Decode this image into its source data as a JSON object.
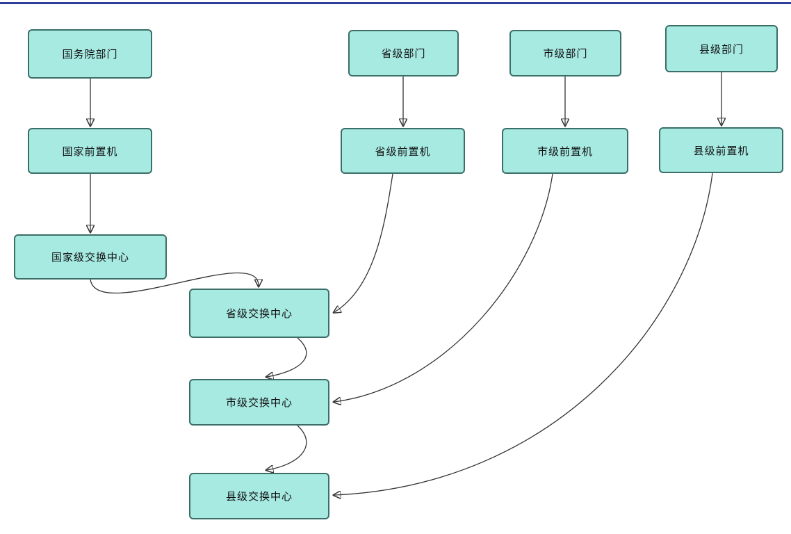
{
  "page": {
    "background_color": "#ffffff",
    "top_line_color": "#2d3f9a"
  },
  "diagram": {
    "node_fill_color": "#a7eae2",
    "node_border_color": "#3b6e68",
    "edge_color": "#333333",
    "nodes": [
      {
        "id": "state-council-dept",
        "label": "国务院部门"
      },
      {
        "id": "national-front-machine",
        "label": "国家前置机"
      },
      {
        "id": "national-exchange-center",
        "label": "国家级交换中心"
      },
      {
        "id": "provincial-dept",
        "label": "省级部门"
      },
      {
        "id": "provincial-front-machine",
        "label": "省级前置机"
      },
      {
        "id": "city-dept",
        "label": "市级部门"
      },
      {
        "id": "city-front-machine",
        "label": "市级前置机"
      },
      {
        "id": "county-dept",
        "label": "县级部门"
      },
      {
        "id": "county-front-machine",
        "label": "县级前置机"
      },
      {
        "id": "provincial-exchange-center",
        "label": "省级交换中心"
      },
      {
        "id": "city-exchange-center",
        "label": "市级交换中心"
      },
      {
        "id": "county-exchange-center",
        "label": "县级交换中心"
      }
    ],
    "edges": [
      {
        "from": "国务院部门",
        "to": "国家前置机"
      },
      {
        "from": "国家前置机",
        "to": "国家级交换中心"
      },
      {
        "from": "国家级交换中心",
        "to": "省级交换中心"
      },
      {
        "from": "省级部门",
        "to": "省级前置机"
      },
      {
        "from": "市级部门",
        "to": "市级前置机"
      },
      {
        "from": "县级部门",
        "to": "县级前置机"
      },
      {
        "from": "省级前置机",
        "to": "省级交换中心"
      },
      {
        "from": "市级前置机",
        "to": "市级交换中心"
      },
      {
        "from": "县级前置机",
        "to": "县级交换中心"
      },
      {
        "from": "省级交换中心",
        "to": "市级交换中心"
      },
      {
        "from": "市级交换中心",
        "to": "县级交换中心"
      }
    ]
  }
}
